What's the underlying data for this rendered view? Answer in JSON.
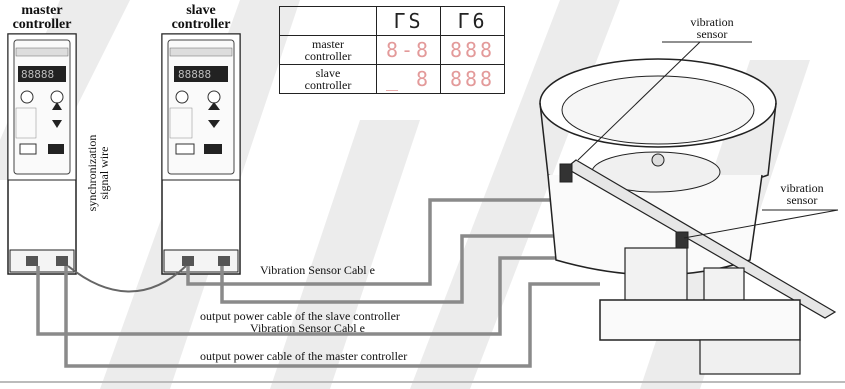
{
  "master": {
    "title_line1": "master",
    "title_line2": "controller"
  },
  "slave": {
    "title_line1": "slave",
    "title_line2": "controller"
  },
  "table": {
    "header_cols": [
      "ΓS",
      "Γ6"
    ],
    "rows": [
      {
        "label_line1": "master",
        "label_line2": "controller",
        "cells": [
          "8-8",
          "888"
        ]
      },
      {
        "label_line1": "slave",
        "label_line2": "controller",
        "cells": [
          "_ 8",
          "888"
        ]
      }
    ]
  },
  "labels": {
    "vibration_sensor_top_1": "vibration",
    "vibration_sensor_top_2": "sensor",
    "vibration_sensor_right_1": "vibration",
    "vibration_sensor_right_2": "sensor",
    "sync_wire_1": "synchronization",
    "sync_wire_2": "signal wire",
    "vib_cable_1": "Vibration Sensor Cabl e",
    "slave_power": "output power cable of the slave controller",
    "vib_cable_2": "Vibration Sensor Cabl e",
    "master_power": "output power cable of the master controller"
  },
  "watermark_colors": {
    "primary": "#e9e9e9"
  }
}
